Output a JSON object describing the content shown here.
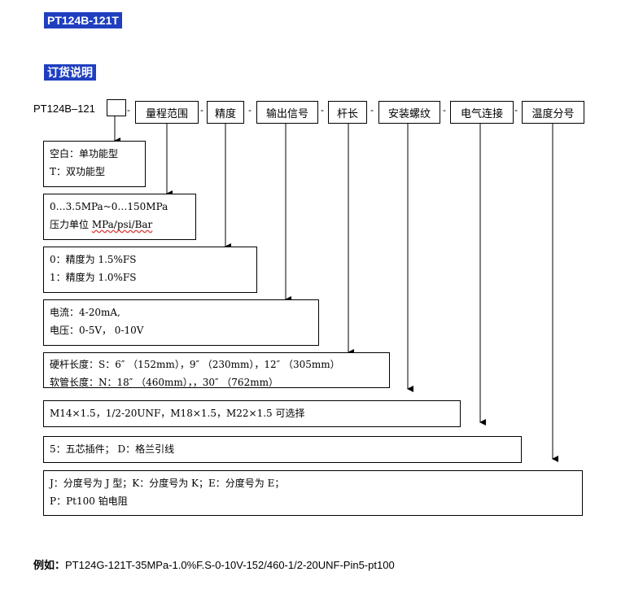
{
  "header": {
    "model_tag": "PT124B-121T",
    "order_tag": "订货说明"
  },
  "diagram": {
    "prefix": "PT124B–121",
    "dash": "-",
    "fields": [
      {
        "id": "range",
        "label": "量程范围"
      },
      {
        "id": "accuracy",
        "label": "精度"
      },
      {
        "id": "signal",
        "label": "输出信号"
      },
      {
        "id": "rod",
        "label": "杆长"
      },
      {
        "id": "thread",
        "label": "安装螺纹"
      },
      {
        "id": "electrical",
        "label": "电气连接"
      },
      {
        "id": "temperature",
        "label": "温度分号"
      }
    ],
    "descriptions": {
      "function": {
        "l1": "空白：单功能型",
        "l2": "T：双功能型"
      },
      "range": {
        "l1": "0…3.5MPa~0…150MPa",
        "l2_prefix": "压力单位 ",
        "l2_unit": "MPa/psi/Bar"
      },
      "accuracy": {
        "l1": "0：精度为 1.5%FS",
        "l2": "1：精度为 1.0%FS"
      },
      "signal": {
        "l1": "电流：4-20mA,",
        "l2": "电压：0-5V， 0-10V"
      },
      "rod": {
        "l1": "硬杆长度：S：6″ （152mm），9″ （230mm），12″ （305mm）",
        "l2": "软管长度：N：18″ （460mm），，30″ （762mm）"
      },
      "thread": {
        "l1": "M14×1.5，1/2-20UNF，M18×1.5，M22×1.5 可选择"
      },
      "electrical": {
        "l1": "5：五芯插件；  D：格兰引线"
      },
      "temperature": {
        "l1": "J：分度号为 J 型；K：分度号为 K；E：分度号为 E；",
        "l2": "P：Pt100 铂电阻"
      }
    }
  },
  "example": {
    "label": "例如：",
    "code": "PT124G-121T-35MPa-1.0%F.S-0-10V-152/460-1/2-20UNF-Pin5-pt100"
  }
}
